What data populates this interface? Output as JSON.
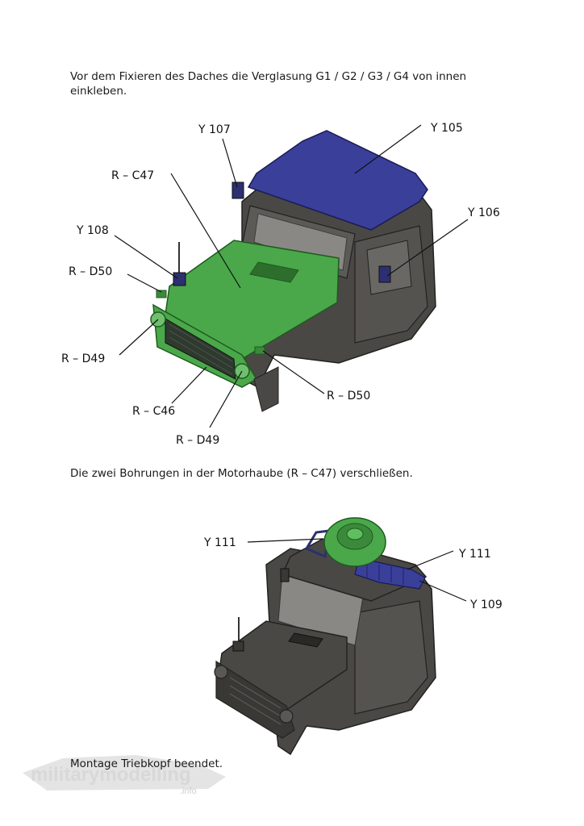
{
  "instructions": {
    "intro": "Vor dem Fixieren des Daches die Verglasung G1 / G2 / G3 / G4 von innen einkleben.",
    "note": "Die zwei Bohrungen in der Motorhaube (R – C47) verschließen.",
    "done": "Montage Triebkopf beendet."
  },
  "figure1": {
    "labels": {
      "y107": "Y 107",
      "y105": "Y 105",
      "rc47": "R – C47",
      "y106": "Y 106",
      "y108": "Y 108",
      "rd50a": "R – D50",
      "rd49a": "R – D49",
      "rd50b": "R – D50",
      "rc46": "R – C46",
      "rd49b": "R – D49"
    }
  },
  "figure2": {
    "labels": {
      "y111a": "Y 111",
      "y111b": "Y 111",
      "y109": "Y 109"
    }
  },
  "watermark": {
    "brand": "militarymodelling",
    "suffix": ".info"
  },
  "colors": {
    "roof_highlight": "#3a3f9a",
    "hood_highlight": "#4aa84a",
    "body": "#4a4844",
    "label_text": "#111111"
  }
}
